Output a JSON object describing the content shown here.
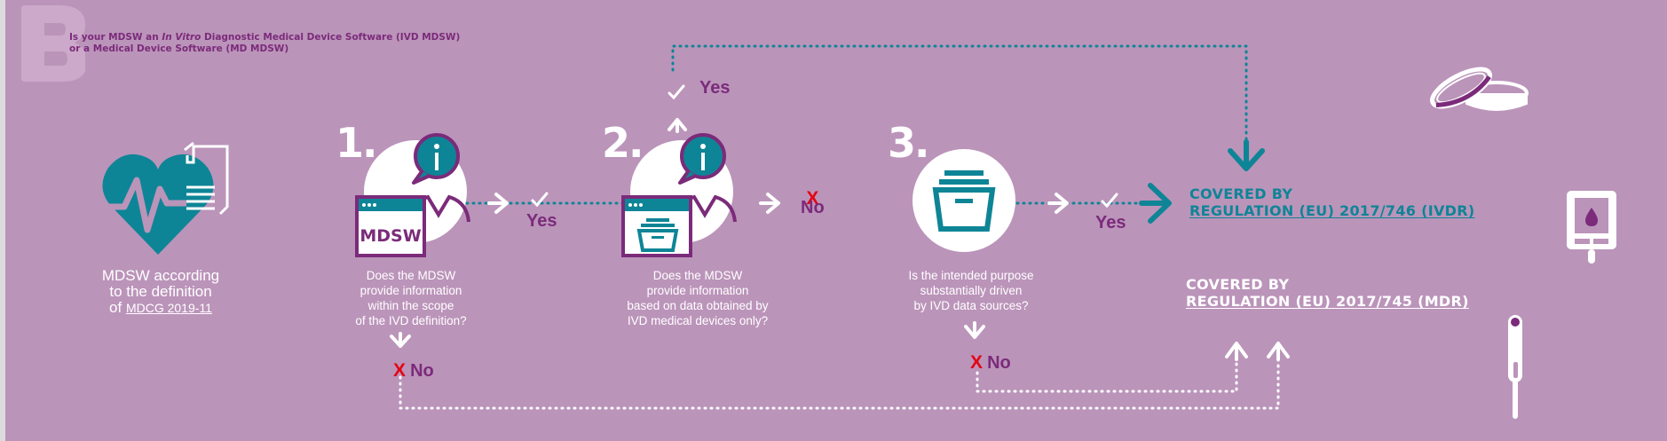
{
  "header": {
    "letter": "B",
    "title_prefix": "Is your MDSW an ",
    "title_italic": "In Vitro",
    "title_suffix": " Diagnostic Medical Device Software (IVD MDSW)",
    "title_line2": "or a Medical Device Software (MD MDSW)"
  },
  "start": {
    "icon": "heart-ecg-document-icon",
    "label_line1": "MDSW according",
    "label_line2": "to the definition",
    "label_of": "of ",
    "label_link": "MDCG 2019-11"
  },
  "steps": [
    {
      "number": "1.",
      "icon": "person-info-mdsw-window-icon",
      "window_text": "MDSW",
      "question": [
        "Does the MDSW",
        "provide information",
        "within the scope",
        "of the IVD definition?"
      ],
      "yes_label": "Yes",
      "no_label": "No",
      "no_mark": "X"
    },
    {
      "number": "2.",
      "icon": "person-info-archive-window-icon",
      "question": [
        "Does the MDSW",
        "provide information",
        "based on data obtained by",
        "IVD medical devices only?"
      ],
      "yes_label": "Yes",
      "no_label": "No",
      "no_mark": "X"
    },
    {
      "number": "3.",
      "icon": "archive-box-icon",
      "question": [
        "Is the intended purpose",
        "substantially driven",
        "by IVD data sources?"
      ],
      "yes_label": "Yes",
      "no_label": "No",
      "no_mark": "X"
    }
  ],
  "outcomes": {
    "ivdr": {
      "line1": "COVERED BY",
      "line2": "REGULATION (EU) 2017/746 (IVDR)"
    },
    "mdr": {
      "line1": "COVERED BY",
      "line2": "REGULATION (EU) 2017/745 (MDR)"
    }
  },
  "decorations": [
    "petri-dish-icon",
    "glucose-meter-icon",
    "test-strip-icon"
  ],
  "colors": {
    "background": "#bb94ba",
    "teal": "#0e8596",
    "purple": "#7b2b7a",
    "red": "#e30613",
    "white": "#ffffff"
  }
}
